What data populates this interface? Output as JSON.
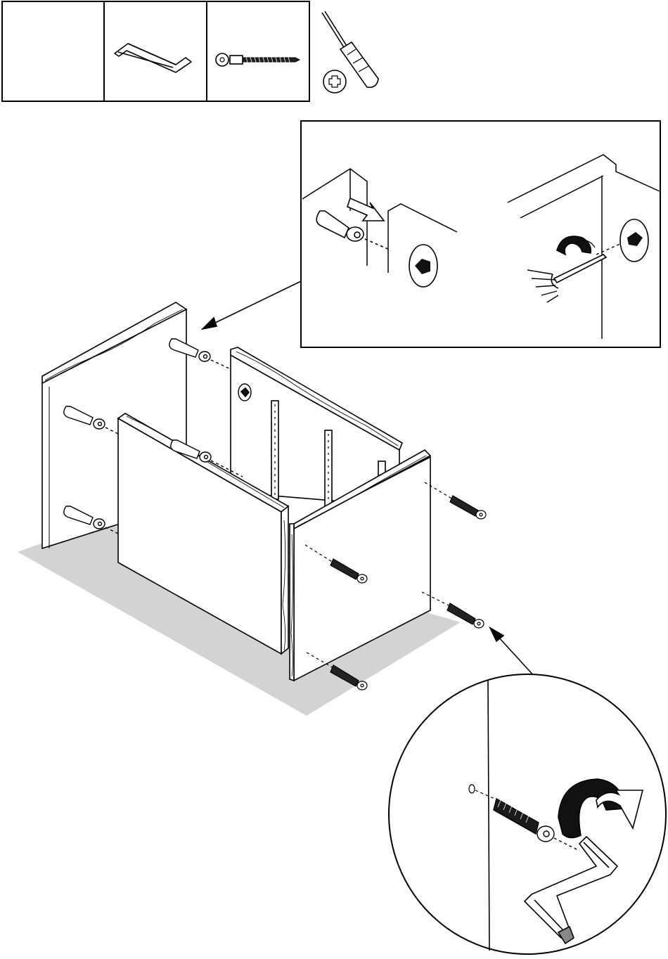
{
  "diagram": {
    "kind": "assembly-instruction",
    "text_labels": [],
    "colors": {
      "line": "#000000",
      "paper": "#ffffff",
      "floor_shadow": "#d0d0d0",
      "dark_fill": "#1a1a1a"
    },
    "tools_strip": [
      {
        "slot": 1,
        "icon": "empty-slot"
      },
      {
        "slot": 2,
        "icon": "allen-key-icon"
      },
      {
        "slot": 3,
        "icon": "cam-bolt-screw-icon"
      },
      {
        "slot": 4,
        "icon": "phillips-screwdriver-icon"
      }
    ],
    "steps": [
      {
        "id": "detail-cam-lock",
        "icon": "cam-lock-detail-icon"
      },
      {
        "id": "main-assembly",
        "icon": "cabinet-assembly-icon"
      },
      {
        "id": "detail-screw-tighten",
        "icon": "screw-tighten-detail-icon"
      }
    ]
  }
}
